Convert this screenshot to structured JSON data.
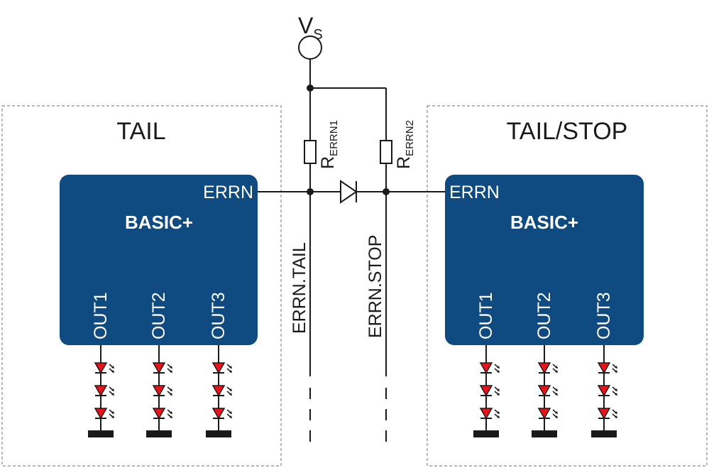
{
  "supply": {
    "label": "V",
    "subscript": "S"
  },
  "modules": {
    "left": {
      "title": "TAIL",
      "chip_label": "BASIC+",
      "errn_pin": "ERRN",
      "outputs": [
        "OUT1",
        "OUT2",
        "OUT3"
      ]
    },
    "right": {
      "title": "TAIL/STOP",
      "chip_label": "BASIC+",
      "errn_pin": "ERRN",
      "outputs": [
        "OUT1",
        "OUT2",
        "OUT3"
      ]
    }
  },
  "resistors": [
    {
      "label": "R",
      "subscript": "ERRN1"
    },
    {
      "label": "R",
      "subscript": "ERRN2"
    }
  ],
  "nets": {
    "tail": "ERRN.TAIL",
    "stop": "ERRN.STOP"
  },
  "colors": {
    "chip_fill": "#0f4a80",
    "led_fill": "#e8141c",
    "wire": "#1a1a1a"
  }
}
